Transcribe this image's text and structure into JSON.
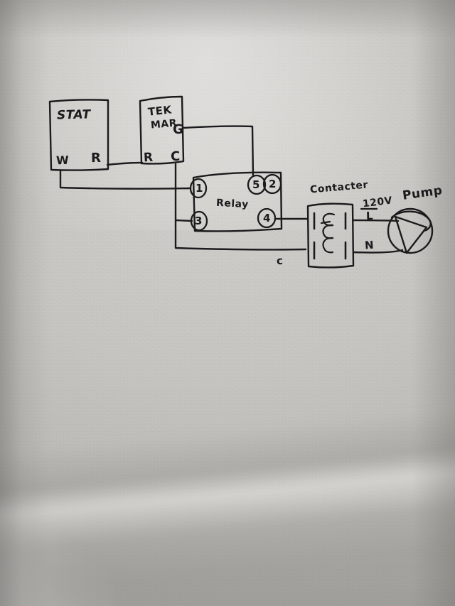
{
  "document": {
    "kind": "hand-drawn wiring diagram",
    "medium": "pen on paper, photographed",
    "paper_color": "#c8c7c3",
    "ink_color": "#1b1b1d"
  },
  "blocks": {
    "stat": {
      "title": "STAT",
      "terminals": {
        "w": "W",
        "r": "R"
      }
    },
    "tekmar": {
      "title_line1": "TEK",
      "title_line2": "MAR",
      "terminals": {
        "g": "G",
        "r": "R",
        "c": "C"
      }
    },
    "relay": {
      "title": "Relay",
      "terminals": {
        "t1": "1",
        "t3": "3",
        "t5": "5",
        "t2": "2",
        "t4": "4"
      }
    },
    "contactor": {
      "title": "Contacter",
      "symbol": "coil"
    },
    "pump": {
      "title": "Pump",
      "symbol": "impeller-triangle-in-circle"
    }
  },
  "wire_labels": {
    "common": "c",
    "voltage": "120V",
    "line": "L",
    "neutral": "N"
  },
  "connections": [
    {
      "from": "stat.R",
      "to": "tekmar.R"
    },
    {
      "from": "stat.W",
      "to": "relay.1"
    },
    {
      "from": "tekmar.G",
      "to": "relay.5"
    },
    {
      "from": "tekmar.C",
      "to": "relay.3"
    },
    {
      "from": "relay.3",
      "to": "contactor.coil-bottom",
      "label": "c"
    },
    {
      "from": "relay.4",
      "to": "contactor.coil-top"
    },
    {
      "from": "contactor.load-top",
      "to": "pump.L",
      "label": "120V / L"
    },
    {
      "from": "contactor.load-bottom",
      "to": "pump.N",
      "label": "N"
    }
  ]
}
